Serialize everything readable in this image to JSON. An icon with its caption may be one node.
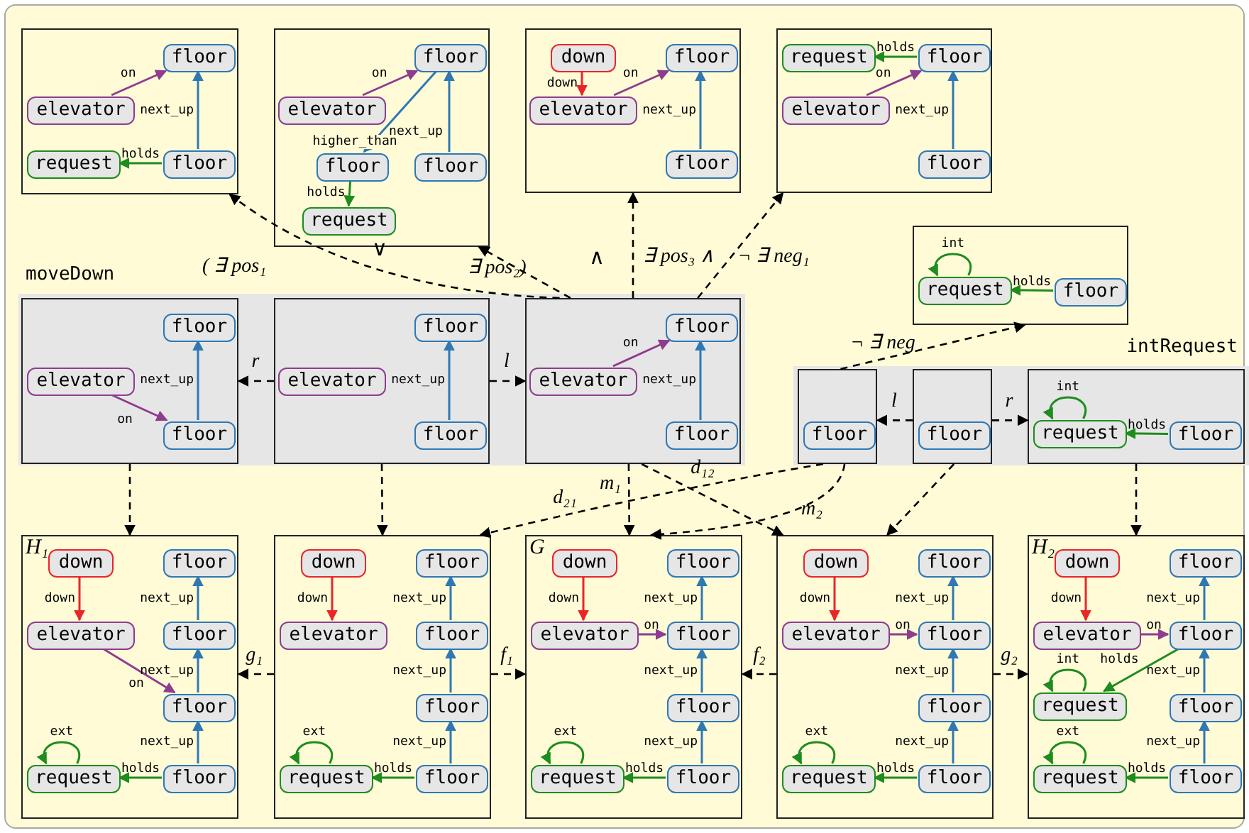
{
  "diagram": {
    "nodes": [
      {
        "text": [],
        "shape": "box"
      },
      {
        "text": [
          "floor"
        ],
        "in": 0
      },
      {
        "text": [
          "elevator"
        ],
        "in": 0
      },
      {
        "text": [
          "request"
        ],
        "in": 0
      },
      {
        "text": [
          "floor"
        ],
        "in": 0
      },
      {
        "text": [],
        "shape": "box"
      },
      {
        "text": [
          "floor"
        ],
        "in": 5
      },
      {
        "text": [
          "elevator"
        ],
        "in": 5
      },
      {
        "text": [
          "floor"
        ],
        "in": 5
      },
      {
        "text": [
          "floor"
        ],
        "in": 5
      },
      {
        "text": [
          "request"
        ],
        "in": 5
      },
      {
        "text": [],
        "shape": "box"
      },
      {
        "text": [
          "down"
        ],
        "in": 11
      },
      {
        "text": [
          "floor"
        ],
        "in": 11
      },
      {
        "text": [
          "elevator"
        ],
        "in": 11
      },
      {
        "text": [
          "floor"
        ],
        "in": 11
      },
      {
        "text": [],
        "shape": "box"
      },
      {
        "text": [
          "request"
        ],
        "in": 16
      },
      {
        "text": [
          "floor"
        ],
        "in": 16
      },
      {
        "text": [
          "elevator"
        ],
        "in": 16
      },
      {
        "text": [
          "floor"
        ],
        "in": 16
      },
      {
        "text": [],
        "shape": "box"
      },
      {
        "text": [
          "request"
        ],
        "in": 21
      },
      {
        "text": [
          "floor"
        ],
        "in": 21
      },
      {
        "text": [
          "moveDown"
        ]
      },
      {
        "text": [],
        "shape": "box",
        "in": 24
      },
      {
        "text": [
          "floor"
        ],
        "in": 25
      },
      {
        "text": [
          "elevator"
        ],
        "in": 25
      },
      {
        "text": [
          "floor"
        ],
        "in": 25
      },
      {
        "text": [],
        "shape": "box",
        "in": 24
      },
      {
        "text": [
          "elevator"
        ],
        "in": 29
      },
      {
        "text": [
          "floor"
        ],
        "in": 29
      },
      {
        "text": [
          "floor"
        ],
        "in": 29
      },
      {
        "text": [],
        "shape": "box",
        "in": 24
      },
      {
        "text": [
          "floor"
        ],
        "in": 33
      },
      {
        "text": [
          "elevator"
        ],
        "in": 33
      },
      {
        "text": [
          "floor"
        ],
        "in": 33
      },
      {
        "text": [
          "intRequest"
        ]
      },
      {
        "text": [],
        "shape": "box",
        "in": 37
      },
      {
        "text": [
          "floor"
        ],
        "in": 38
      },
      {
        "text": [],
        "shape": "box",
        "in": 37
      },
      {
        "text": [
          "floor"
        ],
        "in": 40
      },
      {
        "text": [],
        "shape": "box",
        "in": 37
      },
      {
        "text": [
          "request"
        ],
        "in": 42
      },
      {
        "text": [
          "floor"
        ],
        "in": 42
      },
      {
        "text": [
          "H₁"
        ]
      },
      {
        "text": [
          "down"
        ],
        "in": 45
      },
      {
        "text": [
          "floor"
        ],
        "in": 45
      },
      {
        "text": [
          "elevator"
        ],
        "in": 45
      },
      {
        "text": [
          "floor"
        ],
        "in": 45
      },
      {
        "text": [
          "floor"
        ],
        "in": 45
      },
      {
        "text": [
          "request"
        ],
        "in": 45
      },
      {
        "text": [
          "floor"
        ],
        "in": 45
      },
      {
        "text": [],
        "shape": "box"
      },
      {
        "text": [
          "down"
        ],
        "in": 53
      },
      {
        "text": [
          "floor"
        ],
        "in": 53
      },
      {
        "text": [
          "elevator"
        ],
        "in": 53
      },
      {
        "text": [
          "floor"
        ],
        "in": 53
      },
      {
        "text": [
          "floor"
        ],
        "in": 53
      },
      {
        "text": [
          "request"
        ],
        "in": 53
      },
      {
        "text": [
          "floor"
        ],
        "in": 53
      },
      {
        "text": [
          "G"
        ]
      },
      {
        "text": [
          "down"
        ],
        "in": 61
      },
      {
        "text": [
          "floor"
        ],
        "in": 61
      },
      {
        "text": [
          "elevator"
        ],
        "in": 61
      },
      {
        "text": [
          "floor"
        ],
        "in": 61
      },
      {
        "text": [
          "floor"
        ],
        "in": 61
      },
      {
        "text": [
          "request"
        ],
        "in": 61
      },
      {
        "text": [
          "floor"
        ],
        "in": 61
      },
      {
        "text": [],
        "shape": "box"
      },
      {
        "text": [
          "down"
        ],
        "in": 69
      },
      {
        "text": [
          "floor"
        ],
        "in": 69
      },
      {
        "text": [
          "elevator"
        ],
        "in": 69
      },
      {
        "text": [
          "floor"
        ],
        "in": 69
      },
      {
        "text": [
          "floor"
        ],
        "in": 69
      },
      {
        "text": [
          "request"
        ],
        "in": 69
      },
      {
        "text": [
          "floor"
        ],
        "in": 69
      },
      {
        "text": [
          "H₂"
        ]
      },
      {
        "text": [
          "down"
        ],
        "in": 77
      },
      {
        "text": [
          "floor"
        ],
        "in": 77
      },
      {
        "text": [
          "elevator"
        ],
        "in": 77
      },
      {
        "text": [
          "floor"
        ],
        "in": 77
      },
      {
        "text": [
          "request"
        ],
        "in": 77
      },
      {
        "text": [
          "floor"
        ],
        "in": 77
      },
      {
        "text": [
          "request"
        ],
        "in": 77
      },
      {
        "text": [
          "floor"
        ],
        "in": 77
      }
    ],
    "edges": [
      {
        "from": 2,
        "to": 1,
        "arrow": "to",
        "label": "on",
        "color": "#8e3d8e"
      },
      {
        "from": 4,
        "to": 1,
        "arrow": "to",
        "label": "next_up",
        "color": "#2f78b4"
      },
      {
        "from": 4,
        "to": 3,
        "arrow": "to",
        "label": "holds",
        "color": "#1e8c1e"
      },
      {
        "from": 7,
        "to": 6,
        "arrow": "to",
        "label": "on",
        "color": "#8e3d8e"
      },
      {
        "from": 9,
        "to": 6,
        "arrow": "to",
        "label": "next_up",
        "color": "#2f78b4"
      },
      {
        "from": 6,
        "to": 8,
        "arrow": "to",
        "label": "higher_than",
        "color": "#2f78b4"
      },
      {
        "from": 8,
        "to": 10,
        "arrow": "to",
        "label": "holds",
        "color": "#1e8c1e"
      },
      {
        "from": 12,
        "to": 14,
        "arrow": "to",
        "label": "down",
        "color": "#e8262a"
      },
      {
        "from": 14,
        "to": 13,
        "arrow": "to",
        "label": "on",
        "color": "#8e3d8e"
      },
      {
        "from": 15,
        "to": 13,
        "arrow": "to",
        "label": "next_up",
        "color": "#2f78b4"
      },
      {
        "from": 18,
        "to": 17,
        "arrow": "to",
        "label": "holds",
        "color": "#1e8c1e"
      },
      {
        "from": 19,
        "to": 18,
        "arrow": "to",
        "label": "on",
        "color": "#8e3d8e"
      },
      {
        "from": 20,
        "to": 18,
        "arrow": "to",
        "label": "next_up",
        "color": "#2f78b4"
      },
      {
        "from": 22,
        "to": 22,
        "arrow": "to",
        "label": "int",
        "color": "#1e8c1e"
      },
      {
        "from": 23,
        "to": 22,
        "arrow": "to",
        "label": "holds",
        "color": "#1e8c1e"
      },
      {
        "from": 27,
        "to": 28,
        "arrow": "to",
        "label": "on",
        "color": "#8e3d8e"
      },
      {
        "from": 28,
        "to": 26,
        "arrow": "to",
        "label": "next_up",
        "color": "#2f78b4"
      },
      {
        "from": 32,
        "to": 31,
        "arrow": "to",
        "label": "next_up",
        "color": "#2f78b4"
      },
      {
        "from": 35,
        "to": 34,
        "arrow": "to",
        "label": "on",
        "color": "#8e3d8e"
      },
      {
        "from": 36,
        "to": 34,
        "arrow": "to",
        "label": "next_up",
        "color": "#2f78b4"
      },
      {
        "from": 29,
        "to": 25,
        "arrow": "to",
        "label": "r",
        "style": "dashed",
        "color": "#000000"
      },
      {
        "from": 29,
        "to": 33,
        "arrow": "to",
        "label": "l",
        "style": "dashed",
        "color": "#000000"
      },
      {
        "from": 43,
        "to": 43,
        "arrow": "to",
        "label": "int",
        "color": "#1e8c1e"
      },
      {
        "from": 44,
        "to": 43,
        "arrow": "to",
        "label": "holds",
        "color": "#1e8c1e"
      },
      {
        "from": 40,
        "to": 38,
        "arrow": "to",
        "label": "l",
        "style": "dashed",
        "color": "#000000"
      },
      {
        "from": 40,
        "to": 42,
        "arrow": "to",
        "label": "r",
        "style": "dashed",
        "color": "#000000"
      },
      {
        "from": 46,
        "to": 48,
        "arrow": "to",
        "label": "down",
        "color": "#e8262a"
      },
      {
        "from": 49,
        "to": 47,
        "arrow": "to",
        "label": "next_up",
        "color": "#2f78b4"
      },
      {
        "from": 48,
        "to": 50,
        "arrow": "to",
        "label": "on",
        "color": "#8e3d8e"
      },
      {
        "from": 50,
        "to": 49,
        "arrow": "to",
        "label": "next_up",
        "color": "#2f78b4"
      },
      {
        "from": 52,
        "to": 50,
        "arrow": "to",
        "label": "next_up",
        "color": "#2f78b4"
      },
      {
        "from": 51,
        "to": 51,
        "arrow": "to",
        "label": "ext",
        "color": "#1e8c1e"
      },
      {
        "from": 52,
        "to": 51,
        "arrow": "to",
        "label": "holds",
        "color": "#1e8c1e"
      },
      {
        "from": 54,
        "to": 56,
        "arrow": "to",
        "label": "down",
        "color": "#e8262a"
      },
      {
        "from": 57,
        "to": 55,
        "arrow": "to",
        "label": "next_up",
        "color": "#2f78b4"
      },
      {
        "from": 58,
        "to": 57,
        "arrow": "to",
        "label": "next_up",
        "color": "#2f78b4"
      },
      {
        "from": 60,
        "to": 58,
        "arrow": "to",
        "label": "next_up",
        "color": "#2f78b4"
      },
      {
        "from": 59,
        "to": 59,
        "arrow": "to",
        "label": "ext",
        "color": "#1e8c1e"
      },
      {
        "from": 60,
        "to": 59,
        "arrow": "to",
        "label": "holds",
        "color": "#1e8c1e"
      },
      {
        "from": 62,
        "to": 64,
        "arrow": "to",
        "label": "down",
        "color": "#e8262a"
      },
      {
        "from": 64,
        "to": 65,
        "arrow": "to",
        "label": "on",
        "color": "#8e3d8e"
      },
      {
        "from": 65,
        "to": 63,
        "arrow": "to",
        "label": "next_up",
        "color": "#2f78b4"
      },
      {
        "from": 66,
        "to": 65,
        "arrow": "to",
        "label": "next_up",
        "color": "#2f78b4"
      },
      {
        "from": 68,
        "to": 66,
        "arrow": "to",
        "label": "next_up",
        "color": "#2f78b4"
      },
      {
        "from": 67,
        "to": 67,
        "arrow": "to",
        "label": "ext",
        "color": "#1e8c1e"
      },
      {
        "from": 68,
        "to": 67,
        "arrow": "to",
        "label": "holds",
        "color": "#1e8c1e"
      },
      {
        "from": 70,
        "to": 72,
        "arrow": "to",
        "label": "down",
        "color": "#e8262a"
      },
      {
        "from": 72,
        "to": 73,
        "arrow": "to",
        "label": "on",
        "color": "#8e3d8e"
      },
      {
        "from": 73,
        "to": 71,
        "arrow": "to",
        "label": "next_up",
        "color": "#2f78b4"
      },
      {
        "from": 74,
        "to": 73,
        "arrow": "to",
        "label": "next_up",
        "color": "#2f78b4"
      },
      {
        "from": 76,
        "to": 74,
        "arrow": "to",
        "label": "next_up",
        "color": "#2f78b4"
      },
      {
        "from": 75,
        "to": 75,
        "arrow": "to",
        "label": "ext",
        "color": "#1e8c1e"
      },
      {
        "from": 76,
        "to": 75,
        "arrow": "to",
        "label": "holds",
        "color": "#1e8c1e"
      },
      {
        "from": 78,
        "to": 80,
        "arrow": "to",
        "label": "down",
        "color": "#e8262a"
      },
      {
        "from": 80,
        "to": 81,
        "arrow": "to",
        "label": "on",
        "color": "#8e3d8e"
      },
      {
        "from": 81,
        "to": 79,
        "arrow": "to",
        "label": "next_up",
        "color": "#2f78b4"
      },
      {
        "from": 81,
        "to": 82,
        "arrow": "to",
        "label": "holds",
        "color": "#1e8c1e"
      },
      {
        "from": 82,
        "to": 82,
        "arrow": "to",
        "label": "int",
        "color": "#1e8c1e"
      },
      {
        "from": 83,
        "to": 81,
        "arrow": "to",
        "label": "next_up",
        "color": "#2f78b4"
      },
      {
        "from": 85,
        "to": 83,
        "arrow": "to",
        "label": "next_up",
        "color": "#2f78b4"
      },
      {
        "from": 84,
        "to": 84,
        "arrow": "to",
        "label": "ext",
        "color": "#1e8c1e"
      },
      {
        "from": 85,
        "to": 84,
        "arrow": "to",
        "label": "holds",
        "color": "#1e8c1e"
      },
      {
        "from": 33,
        "to": 0,
        "arrow": "to",
        "label": "( ∃ pos₁",
        "style": "dashed",
        "color": "#000000"
      },
      {
        "from": 33,
        "to": 5,
        "arrow": "to",
        "label": "∃ pos₂)",
        "style": "dashed",
        "color": "#000000"
      },
      {
        "from": 33,
        "to": 11,
        "arrow": "to",
        "label": "∃ pos₃ ∧",
        "style": "dashed",
        "color": "#000000"
      },
      {
        "from": 33,
        "to": 16,
        "arrow": "to",
        "label": "¬ ∃ neg₁",
        "style": "dashed",
        "color": "#000000"
      },
      {
        "from": 38,
        "to": 21,
        "arrow": "to",
        "label": "¬ ∃ neg",
        "style": "dashed",
        "color": "#000000"
      },
      {
        "from": 25,
        "to": 45,
        "arrow": "to",
        "style": "dashed",
        "color": "#000000"
      },
      {
        "from": 29,
        "to": 53,
        "arrow": "to",
        "style": "dashed",
        "color": "#000000"
      },
      {
        "from": 33,
        "to": 61,
        "arrow": "to",
        "label": "m₁",
        "style": "dashed",
        "color": "#000000"
      },
      {
        "from": 38,
        "to": 53,
        "arrow": "to",
        "label": "d₂₁",
        "style": "dashed",
        "color": "#000000"
      },
      {
        "from": 33,
        "to": 69,
        "arrow": "to",
        "label": "d₁₂",
        "style": "dashed",
        "color": "#000000"
      },
      {
        "from": 38,
        "to": 61,
        "arrow": "to",
        "label": "m₂",
        "style": "dashed",
        "color": "#000000"
      },
      {
        "from": 40,
        "to": 69,
        "arrow": "to",
        "style": "dashed",
        "color": "#000000"
      },
      {
        "from": 42,
        "to": 77,
        "arrow": "to",
        "style": "dashed",
        "color": "#000000"
      },
      {
        "from": 53,
        "to": 45,
        "arrow": "to",
        "label": "g₁",
        "style": "dashed",
        "color": "#000000"
      },
      {
        "from": 53,
        "to": 61,
        "arrow": "to",
        "label": "f₁",
        "style": "dashed",
        "color": "#000000"
      },
      {
        "from": 69,
        "to": 61,
        "arrow": "to",
        "label": "f₂",
        "style": "dashed",
        "color": "#000000"
      },
      {
        "from": 69,
        "to": 77,
        "arrow": "to",
        "label": "g₂",
        "style": "dashed",
        "color": "#000000"
      }
    ],
    "labels": [
      "∨",
      "∧"
    ]
  }
}
